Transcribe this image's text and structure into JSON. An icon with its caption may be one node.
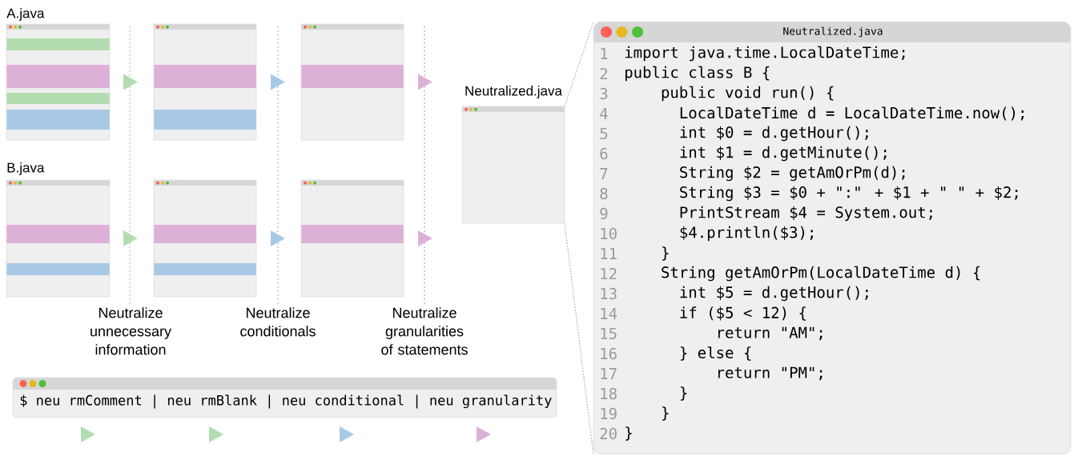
{
  "diagram": {
    "nodes": [
      {
        "text": [
          "A.java"
        ]
      },
      {
        "text": [],
        "shape": "box"
      },
      {
        "text": [],
        "shape": "box"
      },
      {
        "text": [
          "B.java"
        ]
      },
      {
        "text": [],
        "shape": "box"
      },
      {
        "text": [],
        "shape": "box"
      },
      {
        "text": [
          "Neutralized.java"
        ]
      },
      {
        "text": [
          "$ neu rmComment | neu rmBlank | neu conditional | neu granularity"
        ]
      },
      {
        "text": [
          "Neutralized.java",
          "1",
          "import java.time.LocalDateTime;",
          "2",
          "public class B {",
          "3",
          "public void run() {",
          "4",
          "LocalDateTime d = LocalDateTime.now();",
          "5",
          "int $0 = d.getHour();",
          "6",
          "int $1 = d.getMinute();",
          "7",
          "String $2 = getAmOrPm(d);",
          "8",
          "String $3 = $0 + \":\" + $1 + \" \" + $2;",
          "9",
          "PrintStream $4 = System.out;",
          "10",
          "$4.println($3);",
          "11",
          "}",
          "12",
          "String getAmOrPm(LocalDateTime d) {",
          "13",
          "int $5 = d.getHour();",
          "14",
          "if ($5 < 12) {",
          "15",
          "return \"AM\";",
          "16",
          "} else {",
          "17",
          "return \"PM\";",
          "18",
          "}",
          "19",
          "}",
          "20",
          "}"
        ]
      }
    ],
    "edges": [
      {
        "from": 0,
        "to": 1,
        "arrow": "to",
        "color": "#b3ddb0"
      },
      {
        "from": 1,
        "to": 2,
        "arrow": "to",
        "color": "#a8c9e6"
      },
      {
        "from": 2,
        "to": 6,
        "arrow": "to",
        "color": "#ddb0d8"
      },
      {
        "from": 3,
        "to": 4,
        "arrow": "to",
        "color": "#b3ddb0"
      },
      {
        "from": 4,
        "to": 5,
        "arrow": "to",
        "color": "#a8c9e6"
      },
      {
        "from": 5,
        "to": 6,
        "arrow": "to",
        "color": "#ddb0d8"
      },
      {
        "from": 6,
        "to": 8,
        "arrow": "none",
        "style": "dashed"
      },
      {
        "from": 6,
        "to": 8,
        "arrow": "none",
        "style": "dashed"
      }
    ],
    "labels": [
      "Neutralize unnecessary information",
      "Neutralize conditionals",
      "Neutralize granularities of statements"
    ]
  }
}
